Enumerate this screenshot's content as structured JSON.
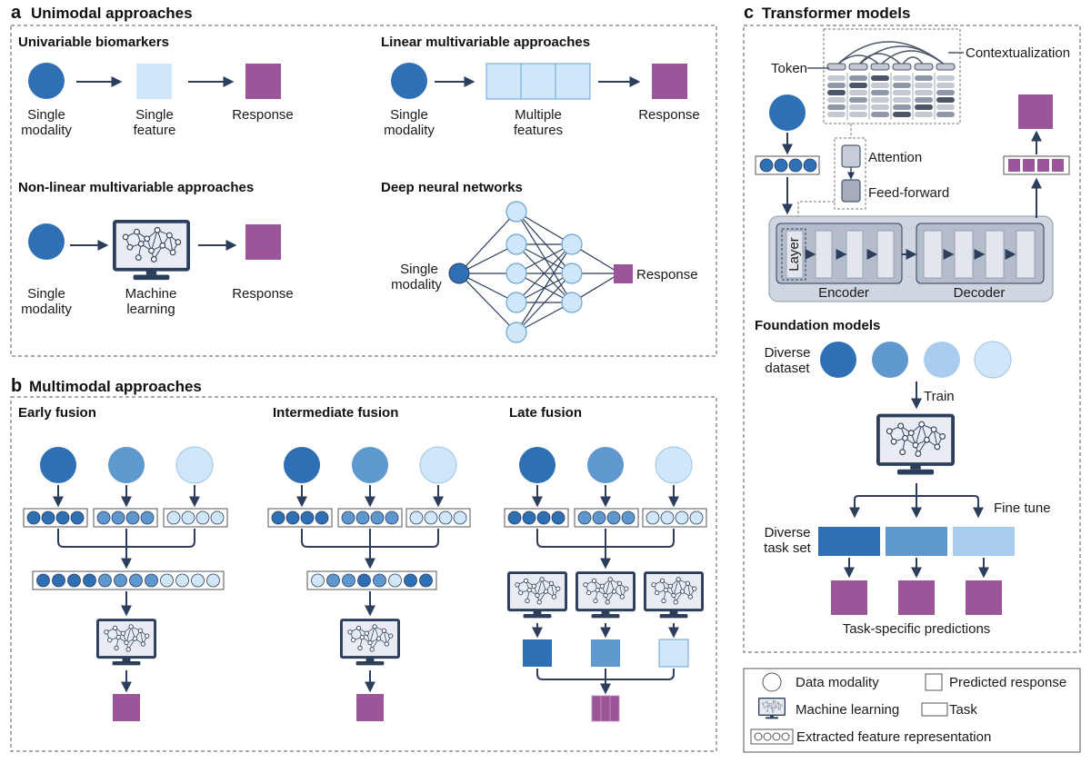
{
  "colors": {
    "dark_blue": "#2f6fb3",
    "mid_blue": "#5f97cf",
    "light_blue": "#a9cdee",
    "pale_blue": "#cfe7f8",
    "purple": "#9a5698",
    "arrow": "#2c3e5c",
    "panel_border": "#555555"
  },
  "icons": [
    "computer-monitor-icon",
    "neural-network-icon",
    "circle-modality-icon",
    "square-response-icon"
  ],
  "panel_a": {
    "letter": "a",
    "title": "Unimodal approaches",
    "univariable": {
      "title": "Univariable biomarkers",
      "modality": [
        "Single",
        "modality"
      ],
      "feature": [
        "Single",
        "feature"
      ],
      "response": "Response"
    },
    "linear": {
      "title": "Linear multivariable approaches",
      "modality": [
        "Single",
        "modality"
      ],
      "features": [
        "Multiple",
        "features"
      ],
      "response": "Response"
    },
    "nonlinear": {
      "title": "Non-linear multivariable approaches",
      "modality": [
        "Single",
        "modality"
      ],
      "ml": [
        "Machine",
        "learning"
      ],
      "response": "Response"
    },
    "dnn": {
      "title": "Deep neural networks",
      "modality": [
        "Single",
        "modality"
      ],
      "response": "Response"
    }
  },
  "panel_b": {
    "letter": "b",
    "title": "Multimodal approaches",
    "early": "Early fusion",
    "intermediate": "Intermediate fusion",
    "late": "Late fusion"
  },
  "panel_c": {
    "letter": "c",
    "title": "Transformer models",
    "token": "Token",
    "contextualization": "Contextualization",
    "attention": "Attention",
    "feed_forward": "Feed-forward",
    "layer": "Layer",
    "encoder": "Encoder",
    "decoder": "Decoder",
    "foundation": {
      "title": "Foundation models",
      "dataset": [
        "Diverse",
        "dataset"
      ],
      "train": "Train",
      "fine_tune": "Fine tune",
      "taskset": [
        "Diverse",
        "task set"
      ],
      "predictions": "Task-specific predictions"
    }
  },
  "legend": {
    "data_modality": "Data modality",
    "predicted_response": "Predicted response",
    "machine_learning": "Machine learning",
    "task": "Task",
    "extracted": "Extracted feature representation"
  }
}
